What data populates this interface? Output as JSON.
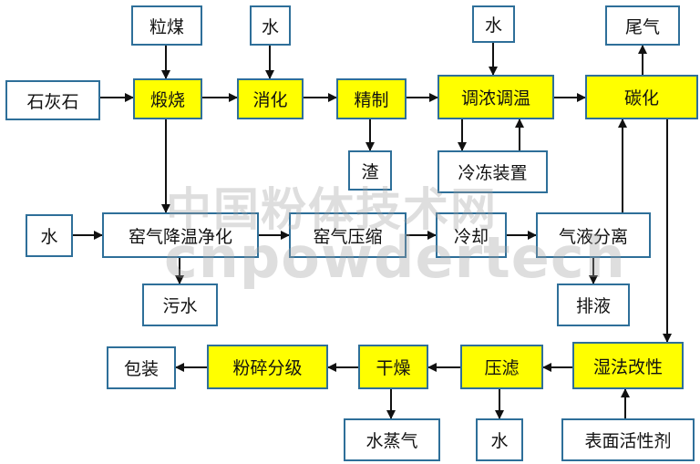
{
  "colors": {
    "box_border": "#2e6f99",
    "highlight": "#ffff00",
    "arrow": "#111111"
  },
  "nodes": {
    "lizimei": "粒煤",
    "shui_top1": "水",
    "shui_top2": "水",
    "weiqi": "尾气",
    "shihuishi": "石灰石",
    "duanshao": "煅烧",
    "xiaohua": "消化",
    "jingzhi": "精制",
    "tiaonong": "调浓调温",
    "tanhua": "碳化",
    "zha": "渣",
    "lengdong": "冷冻装置",
    "shui_left": "水",
    "yaoqi_jiangwen": "窑气降温净化",
    "yaoqi_yasuo": "窑气压缩",
    "lengque": "冷却",
    "qiye_fenli": "气液分离",
    "wushui": "污水",
    "paiye": "排液",
    "baozhuang": "包装",
    "fensui": "粉碎分级",
    "ganzao": "干燥",
    "yalv": "压滤",
    "shifa": "湿法改性",
    "biaomian": "表面活性剂",
    "shuizhengqi": "水蒸气",
    "shui_bottom": "水"
  },
  "watermark": {
    "line1": "中国粉体技术网",
    "line2": "cnpowdertech"
  }
}
